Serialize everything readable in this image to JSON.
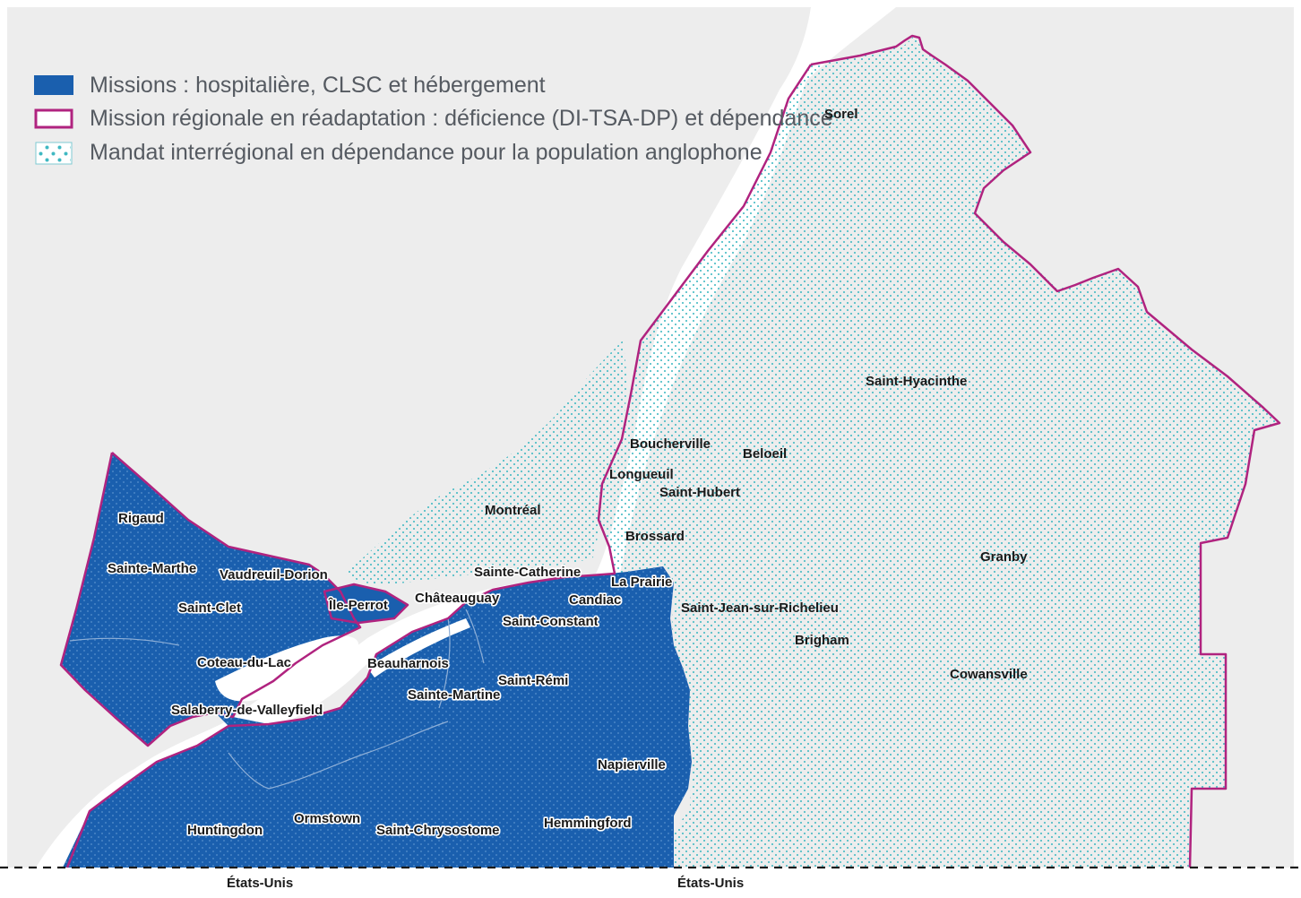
{
  "legend": {
    "items": [
      {
        "label": "Missions : hospitalière, CLSC et hébergement",
        "swatch": "solid-blue"
      },
      {
        "label": "Mission régionale en réadaptation : déficience (DI-TSA-DP) et dépendance",
        "swatch": "magenta-outline"
      },
      {
        "label": "Mandat interrégional en dépendance pour la population anglophone",
        "swatch": "teal-dots"
      }
    ]
  },
  "places": {
    "sorel": "Sorel",
    "saint_hyacinthe": "Saint-Hyacinthe",
    "boucherville": "Boucherville",
    "beloeil": "Beloeil",
    "longueuil": "Longueuil",
    "saint_hubert": "Saint-Hubert",
    "montreal": "Montréal",
    "brossard": "Brossard",
    "granby": "Granby",
    "rigaud": "Rigaud",
    "sainte_marthe": "Sainte-Marthe",
    "vaudreuil_dorion": "Vaudreuil-Dorion",
    "sainte_catherine": "Sainte-Catherine",
    "la_prairie": "La Prairie",
    "ile_perrot": "Île-Perrot",
    "chateauguay": "Châteauguay",
    "candiac": "Candiac",
    "saint_clet": "Saint-Clet",
    "saint_jean": "Saint-Jean-sur-Richelieu",
    "saint_constant": "Saint-Constant",
    "brigham": "Brigham",
    "coteau_du_lac": "Coteau-du-Lac",
    "beauharnois": "Beauharnois",
    "cowansville": "Cowansville",
    "saint_remi": "Saint-Rémi",
    "sainte_martine": "Sainte-Martine",
    "salaberry": "Salaberry-de-Valleyfield",
    "napierville": "Napierville",
    "hemmingford": "Hemmingford",
    "ormstown": "Ormstown",
    "huntingdon": "Huntingdon",
    "saint_chrysostome": "Saint-Chrysostome"
  },
  "border": {
    "label_left": "États-Unis",
    "label_right": "États-Unis"
  },
  "colors": {
    "missions_blue": "#1a5fae",
    "outline_magenta": "#b0237f",
    "dot_teal": "#3fb8c2",
    "land_grey": "#ededed",
    "water_white": "#ffffff",
    "river_line": "#8fb0d8"
  }
}
